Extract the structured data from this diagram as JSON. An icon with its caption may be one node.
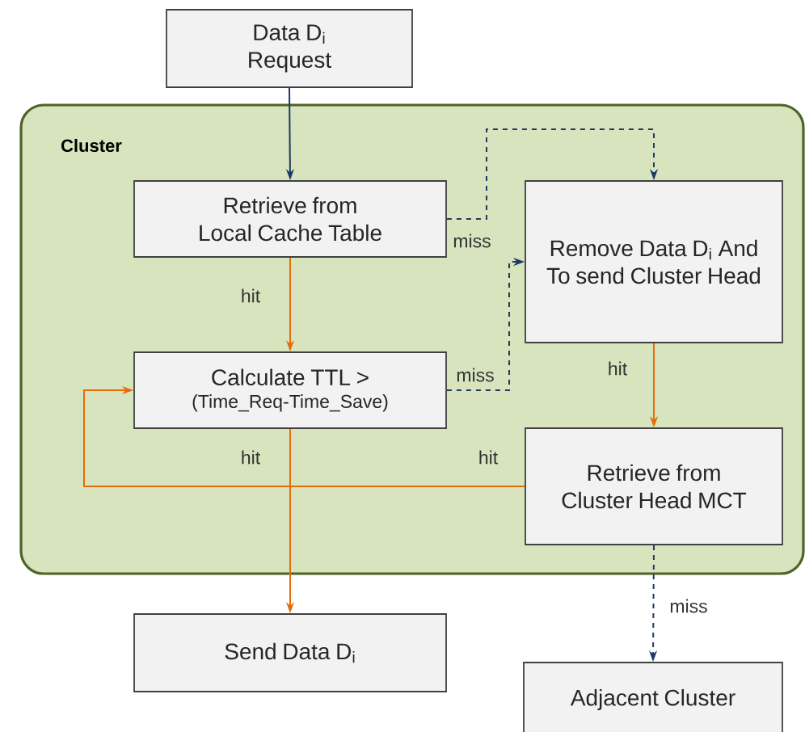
{
  "diagram": {
    "nodes": [
      {
        "text": [
          "Data D$_{i}$ Request"
        ]
      },
      {
        "text": [
          "Cluster"
        ]
      },
      {
        "text": [
          "Retrieve from Local Cache Table"
        ],
        "in": 1
      },
      {
        "text": [
          "Remove Data D$_{i}$ And To send Cluster Head"
        ],
        "in": 1
      },
      {
        "text": [
          "Calculate TTL >",
          "(Time_Req-Time_Save)"
        ],
        "in": 1
      },
      {
        "text": [
          "Retrieve from Cluster Head MCT"
        ],
        "in": 1
      },
      {
        "text": [
          "Send Data D$_{i}$"
        ]
      },
      {
        "text": [
          "Adjacent Cluster"
        ]
      }
    ],
    "edges": [
      {
        "from": 0,
        "to": 2,
        "arrow": "to",
        "color": "#1f3864"
      },
      {
        "from": 2,
        "to": 4,
        "arrow": "to",
        "label": "hit",
        "color": "#e46c0a"
      },
      {
        "from": 2,
        "to": 3,
        "arrow": "to",
        "label": "miss",
        "style": "dashed",
        "color": "#1f3864"
      },
      {
        "from": 4,
        "to": 3,
        "arrow": "to",
        "label": "miss",
        "style": "dashed",
        "color": "#1f3864"
      },
      {
        "from": 3,
        "to": 5,
        "arrow": "to",
        "label": "hit",
        "color": "#e46c0a"
      },
      {
        "from": 5,
        "to": 4,
        "arrow": "to",
        "label": "hit",
        "color": "#e46c0a"
      },
      {
        "from": 4,
        "to": 6,
        "arrow": "to",
        "label": "hit",
        "color": "#e46c0a"
      },
      {
        "from": 5,
        "to": 7,
        "arrow": "to",
        "label": "miss",
        "style": "dashed",
        "color": "#1f3864"
      }
    ]
  }
}
